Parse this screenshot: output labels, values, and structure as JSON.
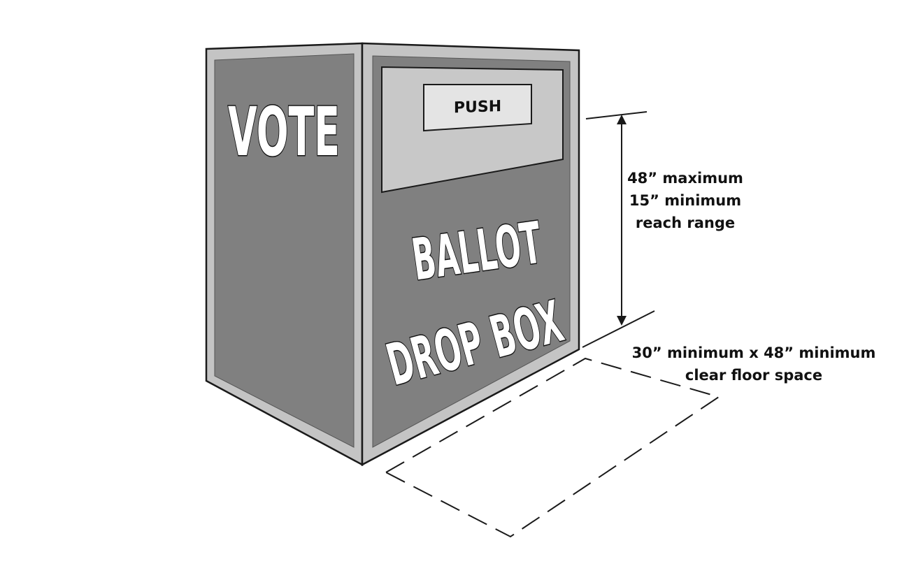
{
  "box": {
    "side_label": "VOTE",
    "slot_label": "PUSH",
    "front_line1": "BALLOT",
    "front_line2": "DROP BOX"
  },
  "reach": {
    "line1": "48” maximum",
    "line2": "15” minimum",
    "line3": "reach range"
  },
  "floor": {
    "line1": "30” minimum x 48” minimum",
    "line2": "clear floor space"
  },
  "colors": {
    "panel_dark": "#808080",
    "panel_border": "#c4c4c4",
    "slot_panel": "#c8c8c8",
    "push_plate": "#e4e4e4",
    "outline": "#1a1a1a"
  }
}
